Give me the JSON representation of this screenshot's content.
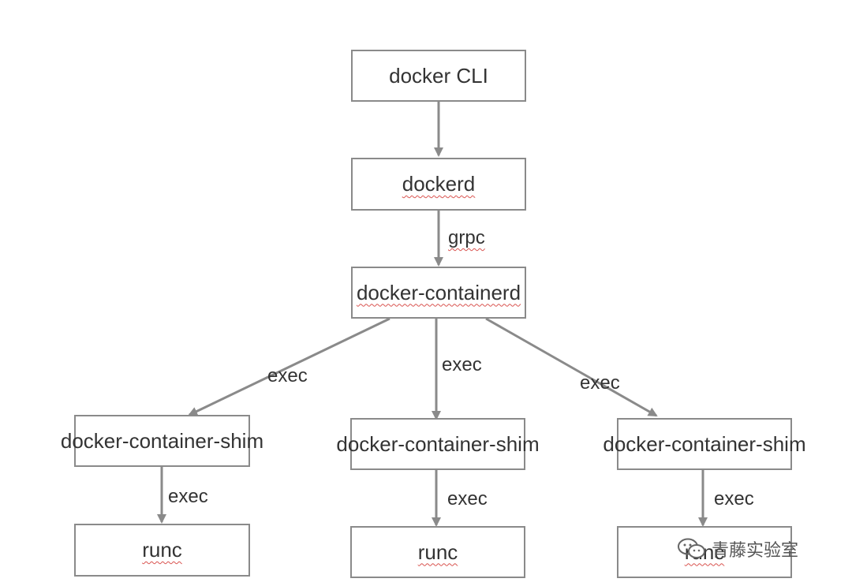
{
  "nodes": {
    "cli": "docker CLI",
    "dockerd": "dockerd",
    "containerd": "docker-containerd",
    "shim": "docker-container-shim",
    "runc": "runc"
  },
  "edges": {
    "grpc": "grpc",
    "exec": "exec"
  },
  "watermark": {
    "text": "青藤实验室"
  },
  "colors": {
    "border": "#8a8a8a",
    "arrow": "#8a8a8a",
    "spellcheck_underline": "#d9534f"
  }
}
